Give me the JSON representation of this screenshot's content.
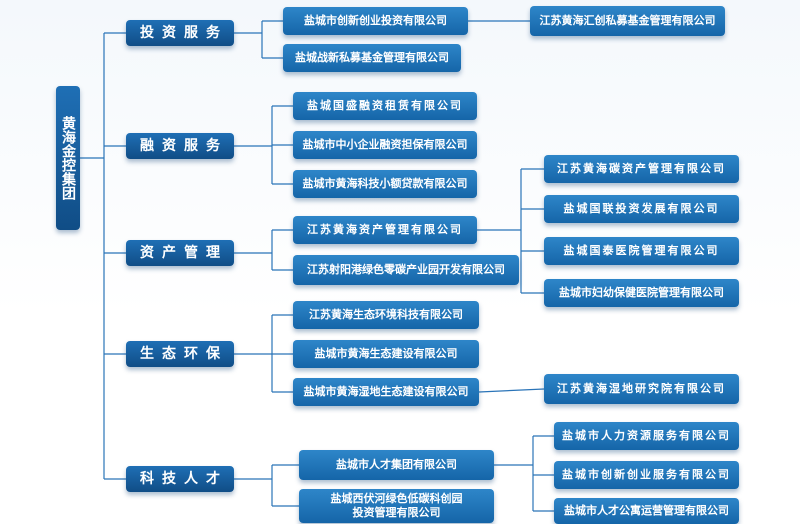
{
  "root": {
    "label": "黄海金控集团"
  },
  "sections": [
    {
      "label": "投资服务",
      "children": [
        {
          "label": "盐城市创新创业投资有限公司",
          "children": [
            {
              "label": "江苏黄海汇创私募基金管理有限公司"
            }
          ]
        },
        {
          "label": "盐城战新私募基金管理有限公司"
        }
      ]
    },
    {
      "label": "融资服务",
      "children": [
        {
          "label": "盐城国盛融资租赁有限公司"
        },
        {
          "label": "盐城市中小企业融资担保有限公司"
        },
        {
          "label": "盐城市黄海科技小额贷款有限公司"
        }
      ]
    },
    {
      "label": "资产管理",
      "children": [
        {
          "label": "江苏黄海资产管理有限公司",
          "children": [
            {
              "label": "江苏黄海碳资产管理有限公司"
            },
            {
              "label": "盐城国联投资发展有限公司"
            },
            {
              "label": "盐城国泰医院管理有限公司"
            },
            {
              "label": "盐城市妇幼保健医院管理有限公司"
            }
          ]
        },
        {
          "label": "江苏射阳港绿色零碳产业园开发有限公司"
        }
      ]
    },
    {
      "label": "生态环保",
      "children": [
        {
          "label": "江苏黄海生态环境科技有限公司"
        },
        {
          "label": "盐城市黄海生态建设有限公司"
        },
        {
          "label": "盐城市黄海湿地生态建设有限公司",
          "children": [
            {
              "label": "江苏黄海湿地研究院有限公司"
            }
          ]
        }
      ]
    },
    {
      "label": "科技人才",
      "children": [
        {
          "label": "盐城市人才集团有限公司",
          "children": [
            {
              "label": "盐城市人力资源服务有限公司"
            },
            {
              "label": "盐城市创新创业服务有限公司"
            },
            {
              "label": "盐城市人才公寓运营管理有限公司"
            }
          ]
        },
        {
          "label": "盐城西伏河绿色低碳科创园",
          "label2": "投资管理有限公司"
        }
      ]
    }
  ]
}
